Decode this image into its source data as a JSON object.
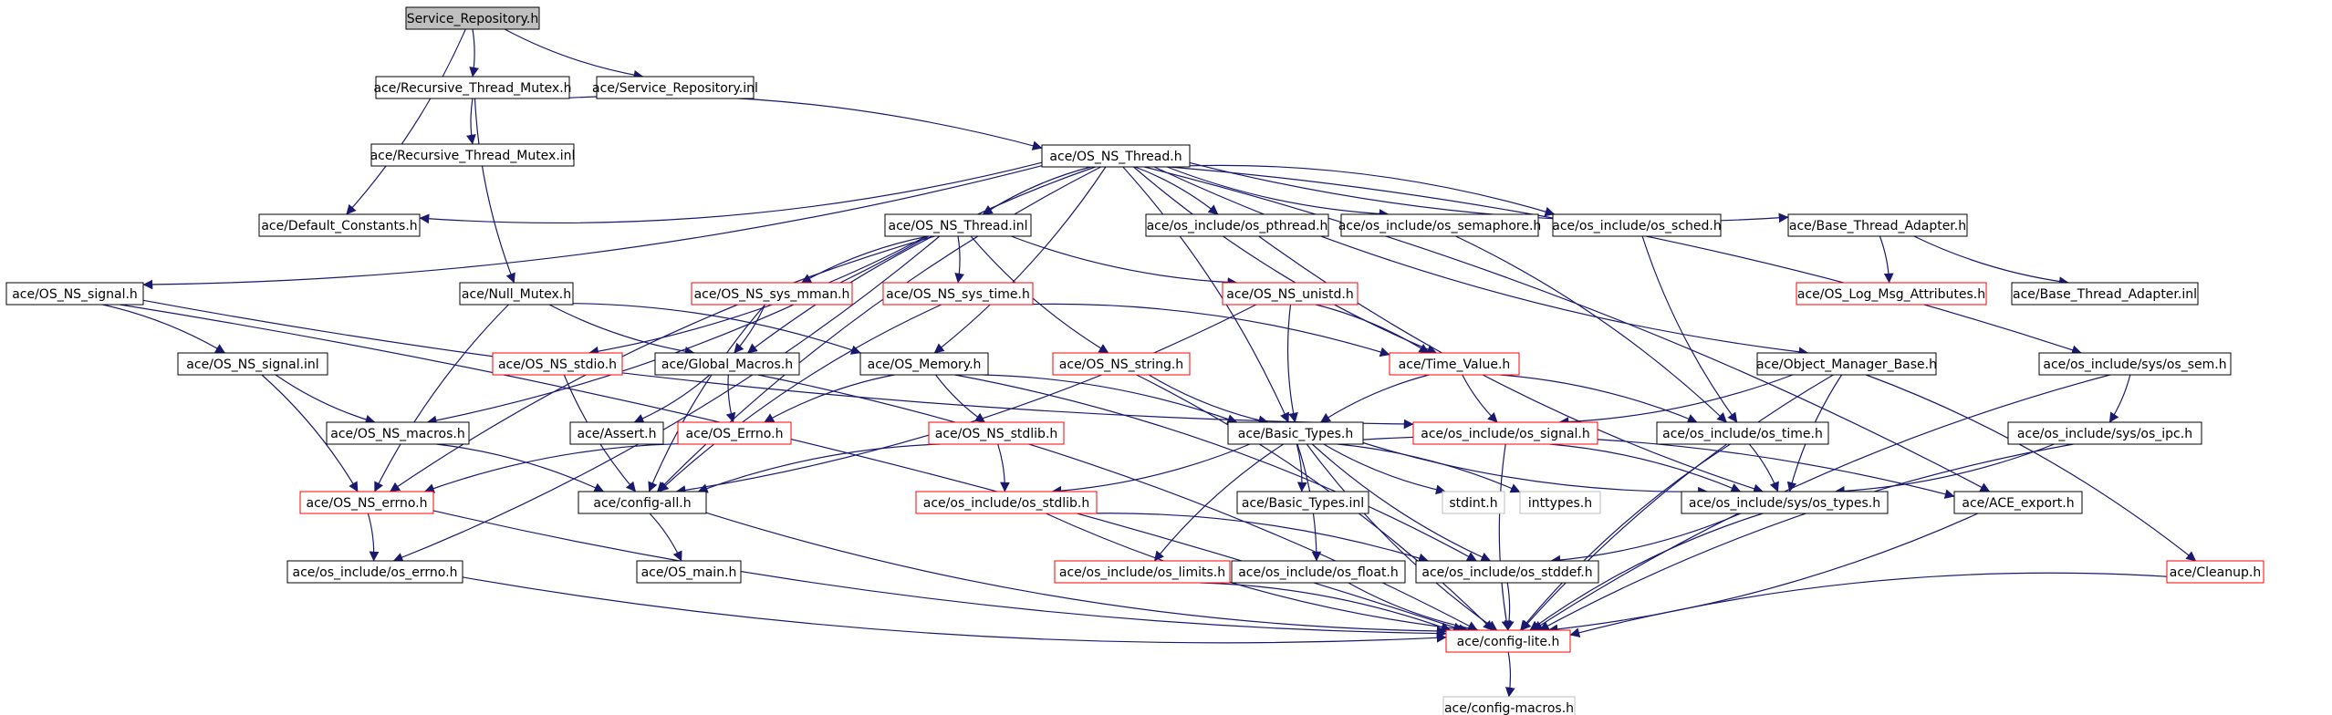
{
  "graph_title": "",
  "colors": {
    "edge": "#191970",
    "root_fill": "#bfbfbf",
    "border_default": "#000000",
    "border_red": "#ff0000",
    "border_gray": "#bfbfbf"
  },
  "nodes": [
    {
      "id": "service_repository_h",
      "label": "Service_Repository.h",
      "style": "root"
    },
    {
      "id": "recursive_thread_mutex_h",
      "label": "ace/Recursive_Thread_Mutex.h",
      "style": "black"
    },
    {
      "id": "service_repository_inl",
      "label": "ace/Service_Repository.inl",
      "style": "black"
    },
    {
      "id": "recursive_thread_mutex_inl",
      "label": "ace/Recursive_Thread_Mutex.inl",
      "style": "black"
    },
    {
      "id": "os_ns_thread_h",
      "label": "ace/OS_NS_Thread.h",
      "style": "black"
    },
    {
      "id": "default_constants_h",
      "label": "ace/Default_Constants.h",
      "style": "black"
    },
    {
      "id": "os_ns_thread_inl",
      "label": "ace/OS_NS_Thread.inl",
      "style": "black"
    },
    {
      "id": "os_include_os_pthread_h",
      "label": "ace/os_include/os_pthread.h",
      "style": "black"
    },
    {
      "id": "os_include_os_semaphore_h",
      "label": "ace/os_include/os_semaphore.h",
      "style": "black"
    },
    {
      "id": "os_include_os_sched_h",
      "label": "ace/os_include/os_sched.h",
      "style": "black"
    },
    {
      "id": "base_thread_adapter_h",
      "label": "ace/Base_Thread_Adapter.h",
      "style": "black"
    },
    {
      "id": "os_ns_signal_h",
      "label": "ace/OS_NS_signal.h",
      "style": "black"
    },
    {
      "id": "null_mutex_h",
      "label": "ace/Null_Mutex.h",
      "style": "black"
    },
    {
      "id": "os_ns_sys_mman_h",
      "label": "ace/OS_NS_sys_mman.h",
      "style": "red"
    },
    {
      "id": "os_ns_sys_time_h",
      "label": "ace/OS_NS_sys_time.h",
      "style": "red"
    },
    {
      "id": "os_ns_unistd_h",
      "label": "ace/OS_NS_unistd.h",
      "style": "red"
    },
    {
      "id": "os_log_msg_attributes_h",
      "label": "ace/OS_Log_Msg_Attributes.h",
      "style": "red"
    },
    {
      "id": "base_thread_adapter_inl",
      "label": "ace/Base_Thread_Adapter.inl",
      "style": "black"
    },
    {
      "id": "os_ns_signal_inl",
      "label": "ace/OS_NS_signal.inl",
      "style": "black"
    },
    {
      "id": "os_ns_stdio_h",
      "label": "ace/OS_NS_stdio.h",
      "style": "red"
    },
    {
      "id": "global_macros_h",
      "label": "ace/Global_Macros.h",
      "style": "black"
    },
    {
      "id": "os_memory_h",
      "label": "ace/OS_Memory.h",
      "style": "black"
    },
    {
      "id": "os_ns_string_h",
      "label": "ace/OS_NS_string.h",
      "style": "red"
    },
    {
      "id": "time_value_h",
      "label": "ace/Time_Value.h",
      "style": "red"
    },
    {
      "id": "object_manager_base_h",
      "label": "ace/Object_Manager_Base.h",
      "style": "black"
    },
    {
      "id": "os_include_sys_os_sem_h",
      "label": "ace/os_include/sys/os_sem.h",
      "style": "black"
    },
    {
      "id": "os_ns_macros_h",
      "label": "ace/OS_NS_macros.h",
      "style": "black"
    },
    {
      "id": "assert_h",
      "label": "ace/Assert.h",
      "style": "black"
    },
    {
      "id": "os_errno_h",
      "label": "ace/OS_Errno.h",
      "style": "red"
    },
    {
      "id": "os_ns_stdlib_h",
      "label": "ace/OS_NS_stdlib.h",
      "style": "red"
    },
    {
      "id": "basic_types_h",
      "label": "ace/Basic_Types.h",
      "style": "black"
    },
    {
      "id": "os_include_os_signal_h",
      "label": "ace/os_include/os_signal.h",
      "style": "red"
    },
    {
      "id": "os_include_os_time_h",
      "label": "ace/os_include/os_time.h",
      "style": "black"
    },
    {
      "id": "os_include_sys_os_ipc_h",
      "label": "ace/os_include/sys/os_ipc.h",
      "style": "black"
    },
    {
      "id": "os_ns_errno_h",
      "label": "ace/OS_NS_errno.h",
      "style": "red"
    },
    {
      "id": "config_all_h",
      "label": "ace/config-all.h",
      "style": "black"
    },
    {
      "id": "os_include_os_stdlib_h",
      "label": "ace/os_include/os_stdlib.h",
      "style": "red"
    },
    {
      "id": "basic_types_inl",
      "label": "ace/Basic_Types.inl",
      "style": "black"
    },
    {
      "id": "stdint_h",
      "label": "stdint.h",
      "style": "gray"
    },
    {
      "id": "inttypes_h",
      "label": "inttypes.h",
      "style": "gray"
    },
    {
      "id": "os_include_sys_os_types_h",
      "label": "ace/os_include/sys/os_types.h",
      "style": "black"
    },
    {
      "id": "ace_export_h",
      "label": "ace/ACE_export.h",
      "style": "black"
    },
    {
      "id": "os_include_os_errno_h",
      "label": "ace/os_include/os_errno.h",
      "style": "black"
    },
    {
      "id": "os_main_h",
      "label": "ace/OS_main.h",
      "style": "black"
    },
    {
      "id": "os_include_os_limits_h",
      "label": "ace/os_include/os_limits.h",
      "style": "red"
    },
    {
      "id": "os_include_os_float_h",
      "label": "ace/os_include/os_float.h",
      "style": "black"
    },
    {
      "id": "os_include_os_stddef_h",
      "label": "ace/os_include/os_stddef.h",
      "style": "black"
    },
    {
      "id": "cleanup_h",
      "label": "ace/Cleanup.h",
      "style": "red"
    },
    {
      "id": "config_lite_h",
      "label": "ace/config-lite.h",
      "style": "red"
    },
    {
      "id": "config_macros_h",
      "label": "ace/config-macros.h",
      "style": "gray"
    }
  ],
  "edges": [
    [
      "service_repository_h",
      "recursive_thread_mutex_h"
    ],
    [
      "service_repository_h",
      "service_repository_inl"
    ],
    [
      "service_repository_h",
      "default_constants_h"
    ],
    [
      "recursive_thread_mutex_h",
      "recursive_thread_mutex_inl"
    ],
    [
      "recursive_thread_mutex_h",
      "os_ns_thread_h"
    ],
    [
      "recursive_thread_mutex_h",
      "null_mutex_h"
    ],
    [
      "os_ns_thread_h",
      "default_constants_h"
    ],
    [
      "os_ns_thread_h",
      "os_ns_thread_inl"
    ],
    [
      "os_ns_thread_h",
      "os_include_os_pthread_h"
    ],
    [
      "os_ns_thread_h",
      "os_include_os_semaphore_h"
    ],
    [
      "os_ns_thread_h",
      "os_include_os_sched_h"
    ],
    [
      "os_ns_thread_h",
      "base_thread_adapter_h"
    ],
    [
      "os_ns_thread_h",
      "os_ns_signal_h"
    ],
    [
      "os_ns_thread_h",
      "global_macros_h"
    ],
    [
      "os_ns_thread_h",
      "os_memory_h"
    ],
    [
      "os_ns_thread_h",
      "object_manager_base_h"
    ],
    [
      "os_ns_thread_h",
      "os_include_sys_os_sem_h"
    ],
    [
      "os_ns_thread_h",
      "config_all_h"
    ],
    [
      "os_ns_thread_h",
      "ace_export_h"
    ],
    [
      "os_ns_thread_h",
      "time_value_h"
    ],
    [
      "os_ns_thread_h",
      "basic_types_h"
    ],
    [
      "os_ns_thread_inl",
      "os_ns_sys_mman_h"
    ],
    [
      "os_ns_thread_inl",
      "os_ns_sys_time_h"
    ],
    [
      "os_ns_thread_inl",
      "os_ns_unistd_h"
    ],
    [
      "os_ns_thread_inl",
      "os_ns_stdio_h"
    ],
    [
      "os_ns_thread_inl",
      "os_ns_string_h"
    ],
    [
      "os_ns_thread_inl",
      "os_ns_macros_h"
    ],
    [
      "os_ns_thread_inl",
      "os_ns_errno_h"
    ],
    [
      "os_ns_thread_inl",
      "os_include_os_errno_h"
    ],
    [
      "os_include_os_pthread_h",
      "os_include_sys_os_types_h"
    ],
    [
      "os_include_os_semaphore_h",
      "os_include_os_time_h"
    ],
    [
      "os_include_os_sched_h",
      "os_include_os_time_h"
    ],
    [
      "base_thread_adapter_h",
      "os_log_msg_attributes_h"
    ],
    [
      "base_thread_adapter_h",
      "base_thread_adapter_inl"
    ],
    [
      "os_ns_signal_h",
      "os_ns_signal_inl"
    ],
    [
      "os_ns_signal_h",
      "os_include_os_signal_h"
    ],
    [
      "os_ns_signal_h",
      "config_lite_h"
    ],
    [
      "null_mutex_h",
      "global_macros_h"
    ],
    [
      "null_mutex_h",
      "os_memory_h"
    ],
    [
      "null_mutex_h",
      "os_ns_errno_h"
    ],
    [
      "os_ns_sys_mman_h",
      "global_macros_h"
    ],
    [
      "os_ns_sys_mman_h",
      "config_all_h"
    ],
    [
      "os_ns_sys_time_h",
      "time_value_h"
    ],
    [
      "os_ns_sys_time_h",
      "config_all_h"
    ],
    [
      "os_ns_unistd_h",
      "time_value_h"
    ],
    [
      "os_ns_unistd_h",
      "basic_types_h"
    ],
    [
      "os_ns_unistd_h",
      "config_all_h"
    ],
    [
      "os_ns_signal_inl",
      "os_ns_macros_h"
    ],
    [
      "os_ns_signal_inl",
      "os_ns_errno_h"
    ],
    [
      "os_ns_stdio_h",
      "config_all_h"
    ],
    [
      "global_macros_h",
      "assert_h"
    ],
    [
      "global_macros_h",
      "os_errno_h"
    ],
    [
      "global_macros_h",
      "config_lite_h"
    ],
    [
      "os_memory_h",
      "os_errno_h"
    ],
    [
      "os_memory_h",
      "basic_types_h"
    ],
    [
      "os_memory_h",
      "os_ns_stdlib_h"
    ],
    [
      "os_memory_h",
      "os_include_os_stddef_h"
    ],
    [
      "os_ns_string_h",
      "basic_types_h"
    ],
    [
      "os_ns_string_h",
      "config_lite_h"
    ],
    [
      "time_value_h",
      "basic_types_h"
    ],
    [
      "time_value_h",
      "os_include_os_time_h"
    ],
    [
      "time_value_h",
      "os_include_os_signal_h"
    ],
    [
      "object_manager_base_h",
      "os_include_os_signal_h"
    ],
    [
      "object_manager_base_h",
      "os_include_sys_os_types_h"
    ],
    [
      "object_manager_base_h",
      "cleanup_h"
    ],
    [
      "object_manager_base_h",
      "config_lite_h"
    ],
    [
      "os_include_sys_os_sem_h",
      "os_include_sys_os_ipc_h"
    ],
    [
      "os_include_sys_os_sem_h",
      "config_lite_h"
    ],
    [
      "os_ns_macros_h",
      "config_all_h"
    ],
    [
      "os_errno_h",
      "os_ns_errno_h"
    ],
    [
      "os_ns_stdlib_h",
      "os_include_os_stdlib_h"
    ],
    [
      "os_ns_stdlib_h",
      "config_all_h"
    ],
    [
      "basic_types_h",
      "basic_types_inl"
    ],
    [
      "basic_types_h",
      "stdint_h"
    ],
    [
      "basic_types_h",
      "inttypes_h"
    ],
    [
      "basic_types_h",
      "os_include_sys_os_types_h"
    ],
    [
      "basic_types_h",
      "ace_export_h"
    ],
    [
      "basic_types_h",
      "os_include_os_limits_h"
    ],
    [
      "basic_types_h",
      "os_include_os_float_h"
    ],
    [
      "basic_types_h",
      "os_include_os_stddef_h"
    ],
    [
      "basic_types_h",
      "os_include_os_stdlib_h"
    ],
    [
      "basic_types_h",
      "config_lite_h"
    ],
    [
      "os_include_os_signal_h",
      "os_include_sys_os_types_h"
    ],
    [
      "os_include_os_signal_h",
      "config_lite_h"
    ],
    [
      "os_include_os_time_h",
      "os_include_sys_os_types_h"
    ],
    [
      "os_include_os_time_h",
      "config_lite_h"
    ],
    [
      "os_include_sys_os_ipc_h",
      "os_include_sys_os_types_h"
    ],
    [
      "os_include_sys_os_ipc_h",
      "config_lite_h"
    ],
    [
      "os_ns_errno_h",
      "os_include_os_errno_h"
    ],
    [
      "os_ns_errno_h",
      "config_lite_h"
    ],
    [
      "config_all_h",
      "os_main_h"
    ],
    [
      "config_all_h",
      "config_lite_h"
    ],
    [
      "os_include_os_stdlib_h",
      "os_include_os_stddef_h"
    ],
    [
      "os_include_os_stdlib_h",
      "config_lite_h"
    ],
    [
      "os_include_sys_os_types_h",
      "os_include_os_stddef_h"
    ],
    [
      "os_include_sys_os_types_h",
      "config_lite_h"
    ],
    [
      "ace_export_h",
      "config_lite_h"
    ],
    [
      "os_include_os_errno_h",
      "config_lite_h"
    ],
    [
      "os_include_os_limits_h",
      "config_lite_h"
    ],
    [
      "os_include_os_float_h",
      "config_lite_h"
    ],
    [
      "os_include_os_stddef_h",
      "config_lite_h"
    ],
    [
      "cleanup_h",
      "config_lite_h"
    ],
    [
      "config_lite_h",
      "config_macros_h"
    ]
  ]
}
